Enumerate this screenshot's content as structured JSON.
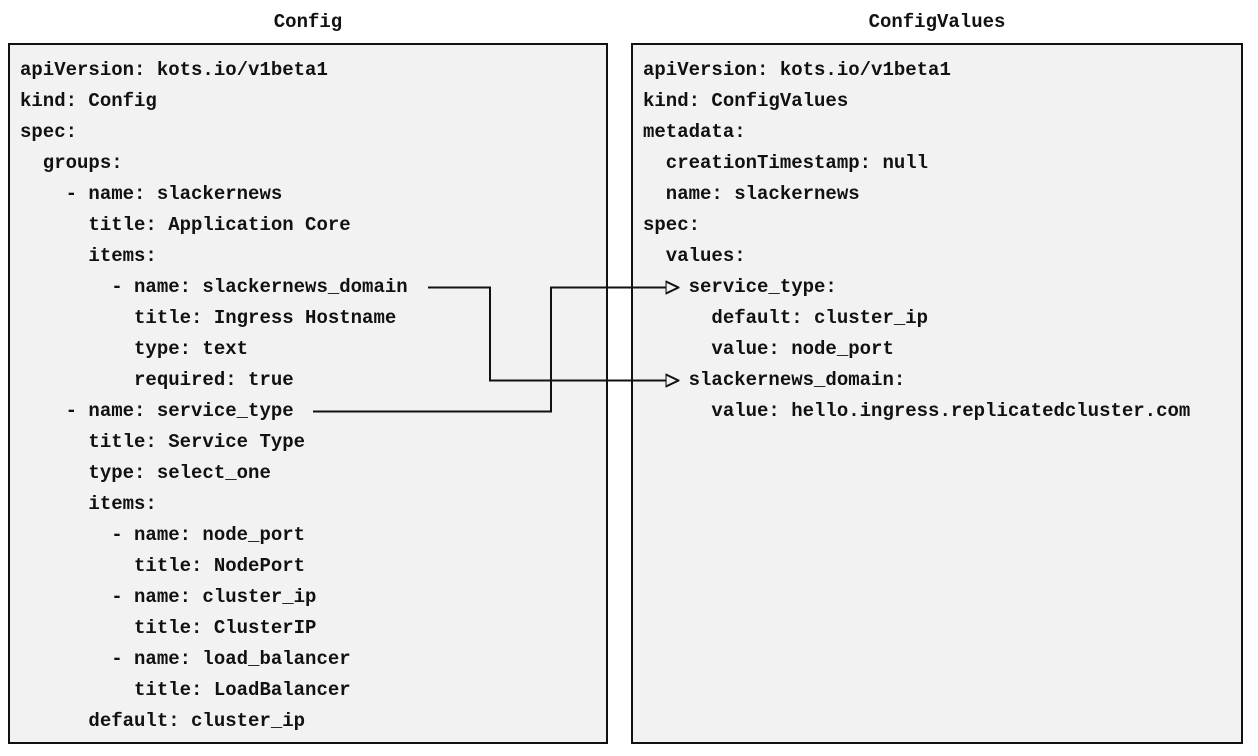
{
  "panels": [
    {
      "id": "config",
      "title": "Config",
      "yaml_lines": [
        "apiVersion: kots.io/v1beta1",
        "kind: Config",
        "spec:",
        "  groups:",
        "    - name: slackernews",
        "      title: Application Core",
        "      items:",
        "        - name: slackernews_domain",
        "          title: Ingress Hostname",
        "          type: text",
        "          required: true",
        "    - name: service_type",
        "      title: Service Type",
        "      type: select_one",
        "      items:",
        "        - name: node_port",
        "          title: NodePort",
        "        - name: cluster_ip",
        "          title: ClusterIP",
        "        - name: load_balancer",
        "          title: LoadBalancer",
        "      default: cluster_ip"
      ]
    },
    {
      "id": "configvalues",
      "title": "ConfigValues",
      "yaml_lines": [
        "apiVersion: kots.io/v1beta1",
        "kind: ConfigValues",
        "metadata:",
        "  creationTimestamp: null",
        "  name: slackernews",
        "spec:",
        "  values:",
        "    service_type:",
        "      default: cluster_ip",
        "      value: node_port",
        "    slackernews_domain:",
        "      value: hello.ingress.replicatedcluster.com"
      ]
    }
  ],
  "connectors": [
    {
      "id": "slackernews-domain-mapping",
      "from_text": "- name: slackernews_domain",
      "to_text": "slackernews_domain:"
    },
    {
      "id": "service-type-mapping",
      "from_text": "- name: service_type",
      "to_text": "service_type:"
    }
  ],
  "colors": {
    "background": "#ffffff",
    "panel_bg": "#f2f2f2",
    "border": "#111111",
    "text": "#111111",
    "connector": "#111111"
  }
}
